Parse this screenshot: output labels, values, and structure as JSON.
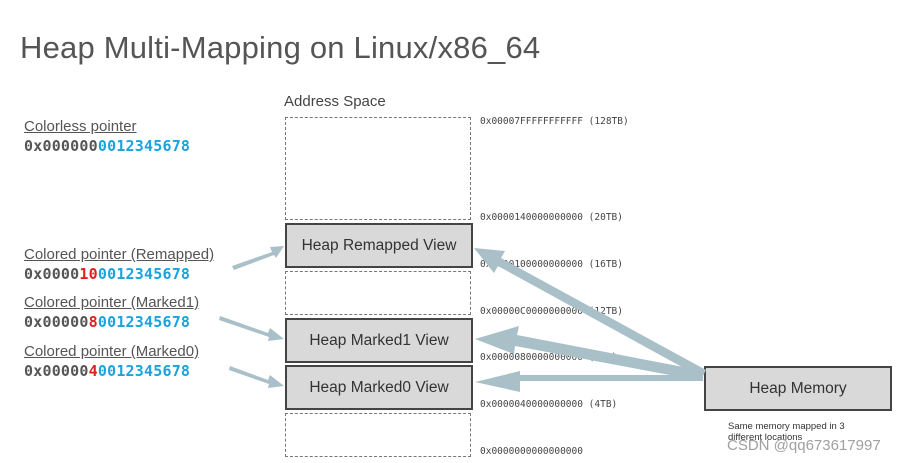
{
  "title": "Heap Multi-Mapping on Linux/x86_64",
  "address_space_label": "Address Space",
  "views": {
    "remapped": "Heap Remapped View",
    "marked1": "Heap Marked1 View",
    "marked0": "Heap Marked0 View"
  },
  "heap_memory": "Heap Memory",
  "addresses": {
    "a128tb": "0x00007FFFFFFFFFFF (128TB)",
    "a20tb": "0x0000140000000000 (20TB)",
    "a16tb": "0x0000100000000000 (16TB)",
    "a12tb": "0x00000C0000000000 (12TB)",
    "a8tb": "0x0000080000000000 (8TB)",
    "a4tb": "0x0000040000000000 (4TB)",
    "a0": "0x0000000000000000"
  },
  "pointers": {
    "colorless": {
      "label": "Colorless pointer",
      "prefix": "0x000000",
      "color": "",
      "address": "0012345678"
    },
    "remapped": {
      "label": "Colored pointer (Remapped)",
      "prefix": "0x0000",
      "color": "10",
      "address": "0012345678"
    },
    "marked1": {
      "label": "Colored pointer (Marked1)",
      "prefix": "0x00000",
      "color": "8",
      "address": "0012345678"
    },
    "marked0": {
      "label": "Colored pointer (Marked0)",
      "prefix": "0x00000",
      "color": "4",
      "address": "0012345678"
    }
  },
  "note": "Same memory mapped in 3 different locations",
  "watermark": "CSDN @qq673617997",
  "colors": {
    "arrow": "#a9c0c8",
    "pointer_color_bits": "#e02020",
    "pointer_address_bits": "#1aa3dc",
    "view_fill": "#d9d9d9"
  }
}
